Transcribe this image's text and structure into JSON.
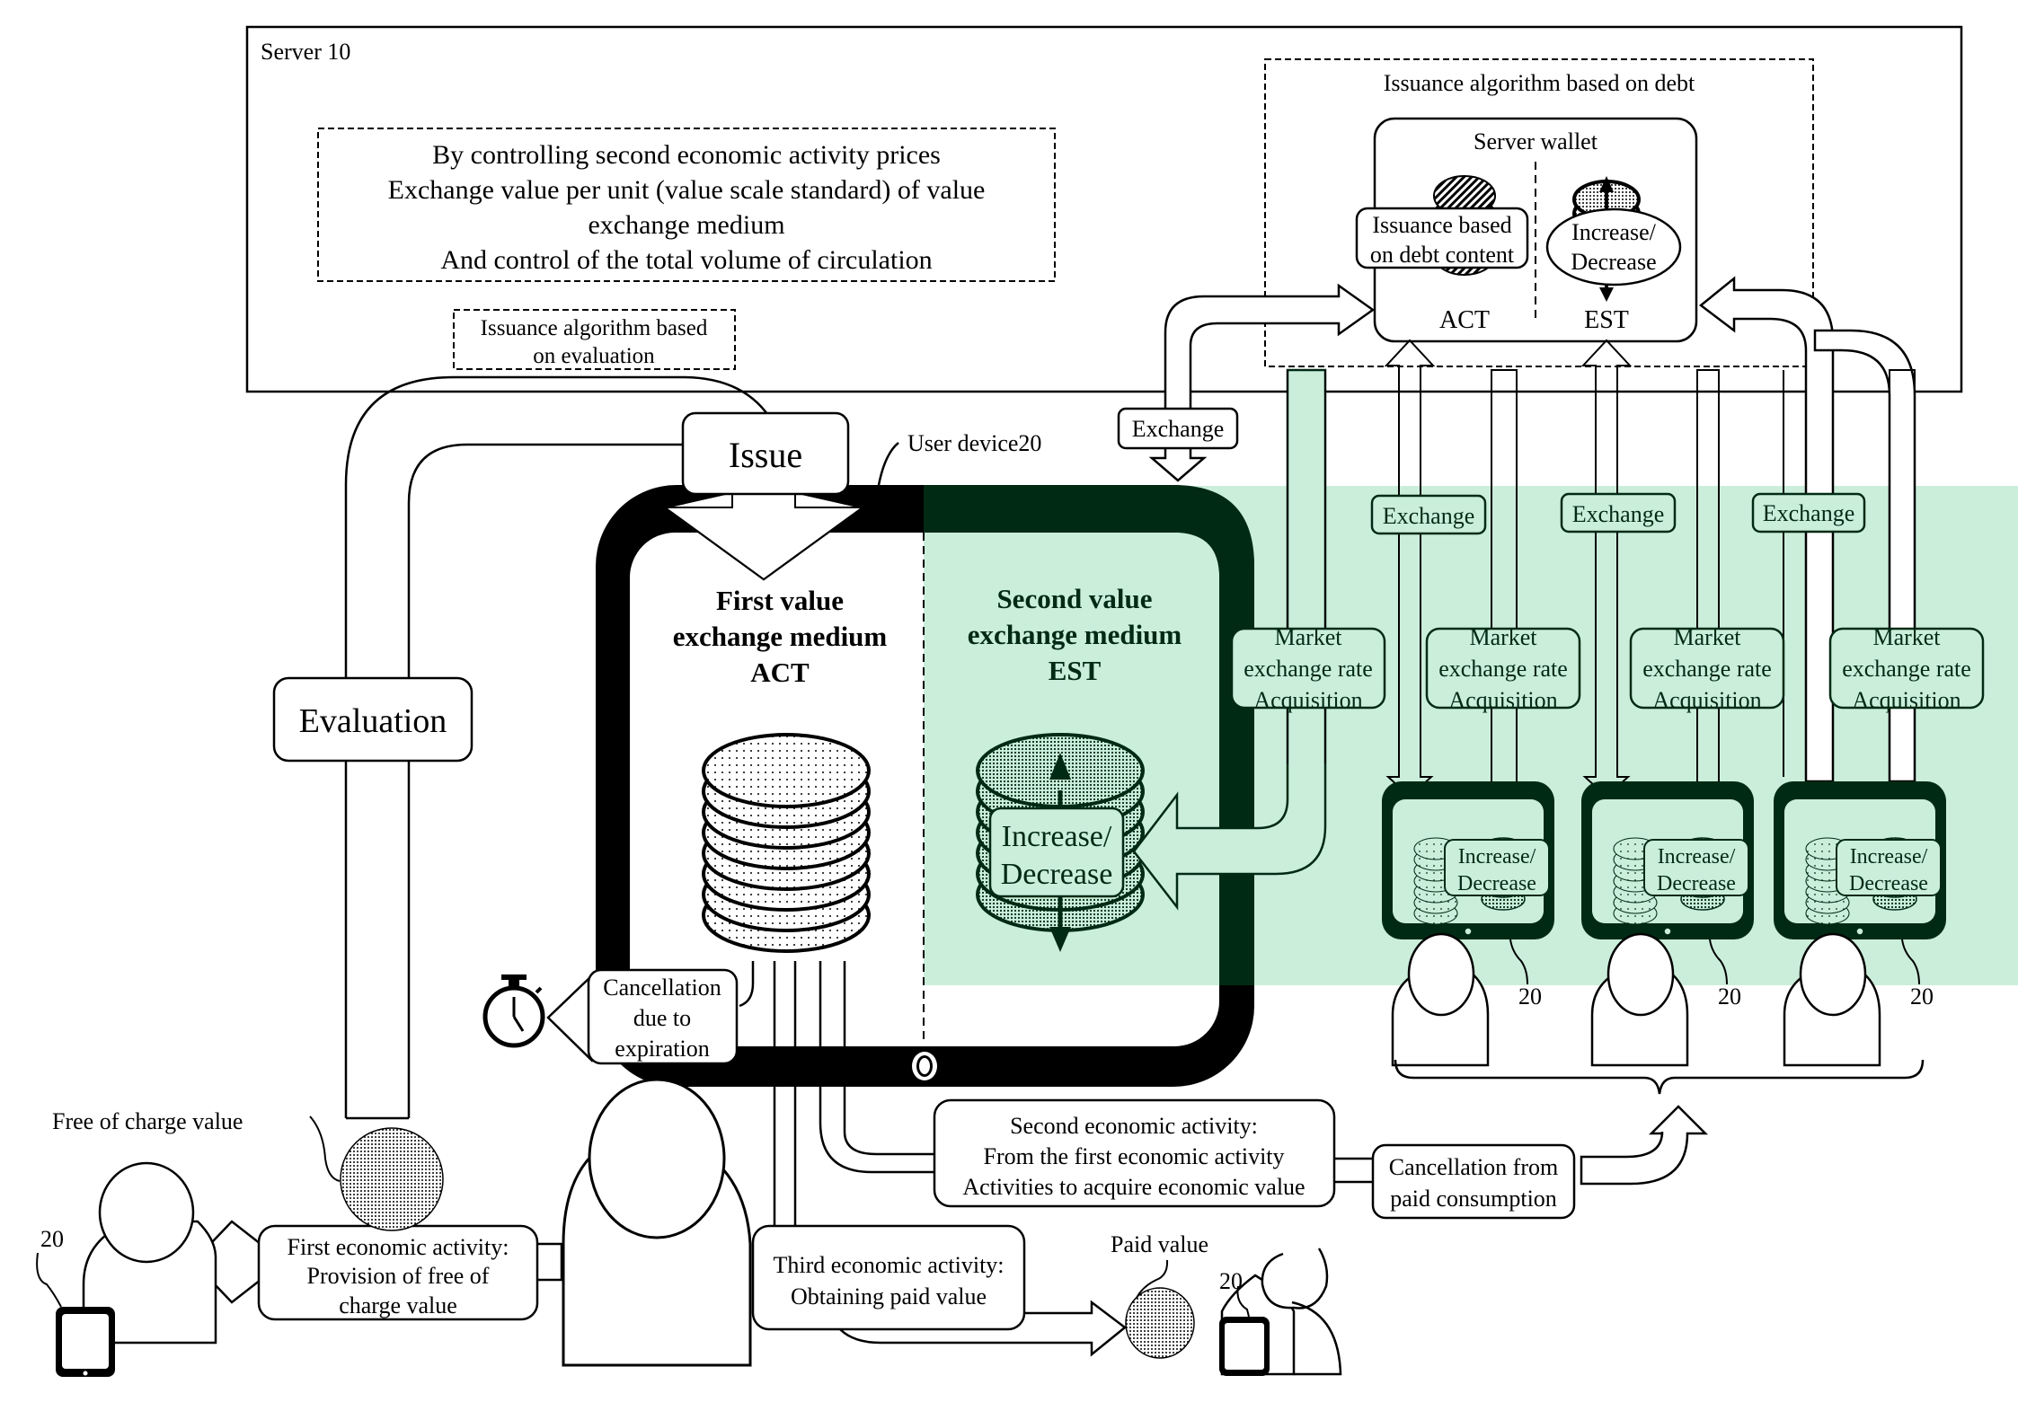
{
  "colors": {
    "green_band": "#cbeedb",
    "dark_green": "#012a14",
    "black": "#000000"
  },
  "server": {
    "label": "Server 10",
    "control_box": {
      "lines": [
        "By controlling second economic activity prices",
        "Exchange value per unit (value scale standard) of value",
        "exchange medium",
        "And control of the total volume of circulation"
      ]
    },
    "evaluation_algorithm": {
      "lines": [
        "Issuance algorithm based",
        "on evaluation"
      ]
    },
    "debt_algorithm": {
      "title": "Issuance algorithm based on debt",
      "wallet": {
        "title": "Server wallet",
        "act_label": "ACT",
        "est_label": "EST",
        "issuance_note": [
          "Issuance based",
          "on debt content"
        ],
        "est_note": [
          "Increase/",
          "Decrease"
        ]
      }
    }
  },
  "flow": {
    "issue_label": "Issue",
    "evaluation_label": "Evaluation",
    "exchange_label": "Exchange",
    "exchange_labels": [
      "Exchange",
      "Exchange",
      "Exchange"
    ],
    "market_rate": [
      "Market",
      "exchange rate",
      "Acquisition"
    ]
  },
  "user_device": {
    "label": "User device20",
    "first_medium": [
      "First value",
      "exchange medium",
      "ACT"
    ],
    "second_medium": [
      "Second value",
      "exchange medium",
      "EST"
    ],
    "est_note": [
      "Increase/",
      "Decrease"
    ],
    "cancellation_expiration": [
      "Cancellation",
      "due to",
      "expiration"
    ]
  },
  "other_devices": [
    {
      "ref": "20",
      "note": [
        "Increase/",
        "Decrease"
      ]
    },
    {
      "ref": "20",
      "note": [
        "Increase/",
        "Decrease"
      ]
    },
    {
      "ref": "20",
      "note": [
        "Increase/",
        "Decrease"
      ]
    }
  ],
  "activities": {
    "free_value_label": "Free of charge value",
    "first": [
      "First economic activity:",
      "Provision of free of",
      "charge value"
    ],
    "second": [
      "Second economic activity:",
      "From the first economic activity",
      "Activities to acquire economic value"
    ],
    "cancellation_paid": [
      "Cancellation from",
      "paid consumption"
    ],
    "third": [
      "Third economic activity:",
      "Obtaining paid value"
    ],
    "paid_value_label": "Paid value",
    "left_user_ref": "20",
    "paid_user_ref": "20"
  }
}
